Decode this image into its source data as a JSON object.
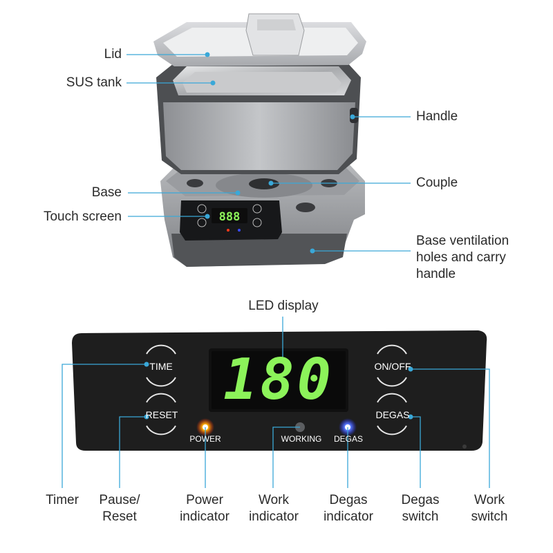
{
  "callouts_top": {
    "lid": "Lid",
    "sus_tank": "SUS tank",
    "handle": "Handle",
    "base": "Base",
    "couple": "Couple",
    "touch_screen": "Touch screen",
    "base_ventilation": "Base ventilation holes and carry handle"
  },
  "led_display_label": "LED display",
  "panel": {
    "time_button": "TIME",
    "reset_button": "RESET",
    "onoff_button": "ON/OFF",
    "degas_button": "DEGAS",
    "display_value": "180",
    "power_label": "POWER",
    "working_label": "WORKING",
    "degas_label": "DEGAS"
  },
  "callouts_bottom": {
    "timer": "Timer",
    "pause_reset": "Pause/ Reset",
    "power_indicator": "Power indicator",
    "work_indicator": "Work indicator",
    "degas_indicator": "Degas indicator",
    "degas_switch": "Degas switch",
    "work_switch": "Work switch"
  },
  "colors": {
    "leader_line": "#3aa8d8",
    "led_green": "#8cf35a",
    "panel_bg": "#1e1e1e",
    "power_led": "#ff3a1a",
    "degas_led": "#3a4cff"
  }
}
